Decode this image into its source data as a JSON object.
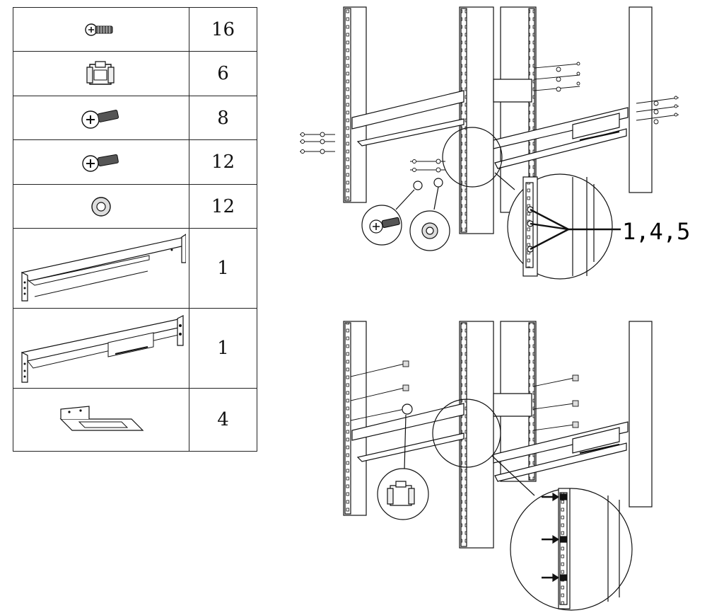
{
  "parts": [
    {
      "icon": "flat-head-screw-small-icon",
      "qty": "16"
    },
    {
      "icon": "cage-nut-clip-icon",
      "qty": "6"
    },
    {
      "icon": "pan-head-screw-icon",
      "qty": "8"
    },
    {
      "icon": "flat-head-screw-icon",
      "qty": "12"
    },
    {
      "icon": "washer-icon",
      "qty": "12"
    },
    {
      "icon": "front-rail-bracket-icon",
      "qty": "1"
    },
    {
      "icon": "rear-sliding-rail-icon",
      "qty": "1"
    },
    {
      "icon": "support-tray-bracket-icon",
      "qty": "4"
    }
  ],
  "diagram_top": {
    "callout_label": "1,4,5"
  }
}
